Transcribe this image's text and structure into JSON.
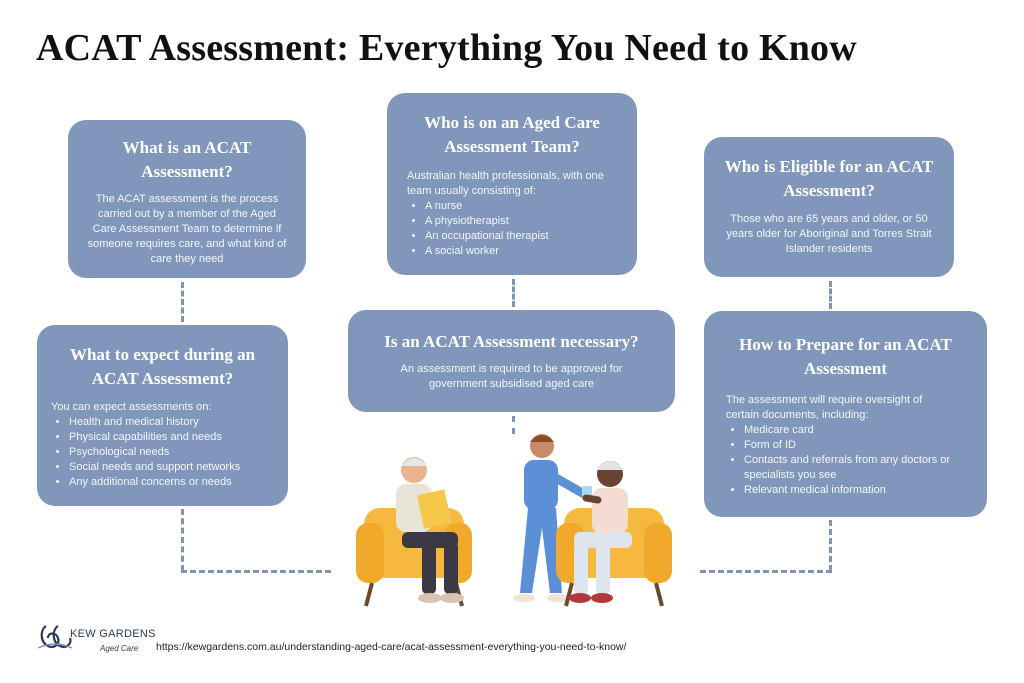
{
  "title": "ACAT Assessment: Everything You Need to Know",
  "cards": {
    "what_is": {
      "heading": "What is an ACAT Assessment?",
      "body": "The ACAT assessment is the process carried out by a member of the Aged Care Assessment Team to determine if someone requires care, and what kind of care they need"
    },
    "who_is_on": {
      "heading": "Who is on an Aged Care Assessment Team?",
      "intro": "Australian health professionals, with one team usually consisting of:",
      "items": [
        "A nurse",
        "A physiotherapist",
        "An occupational therapist",
        "A social worker"
      ]
    },
    "eligible": {
      "heading": "Who is Eligible for an ACAT Assessment?",
      "body": "Those who are 65 years and older, or 50 years older for Aboriginal and Torres Strait Islander residents"
    },
    "expect": {
      "heading": "What to expect during an ACAT Assessment?",
      "intro": "You can expect assessments on:",
      "items": [
        "Health and medical history",
        "Physical capabilities and needs",
        "Psychological needs",
        "Social needs and support networks",
        "Any additional concerns or needs"
      ]
    },
    "necessary": {
      "heading": "Is an ACAT Assessment necessary?",
      "body": "An assessment is required to be approved for government subsidised aged care"
    },
    "prepare": {
      "heading": "How to Prepare for an ACAT Assessment",
      "intro": "The assessment will require oversight of certain documents, including:",
      "items": [
        "Medicare card",
        "Form of ID",
        "Contacts and referrals from any doctors or specialists you see",
        "Relevant medical information"
      ]
    }
  },
  "footer": {
    "logo_name": "KEW GARDENS",
    "logo_sub": "Aged Care",
    "url": "https://kewgardens.com.au/understanding-aged-care/acat-assessment-everything-you-need-to-know/"
  },
  "colors": {
    "card": "#8097bb",
    "dash": "#7f93b5",
    "chair": "#f5b93f",
    "nurse": "#5b8fd6"
  }
}
